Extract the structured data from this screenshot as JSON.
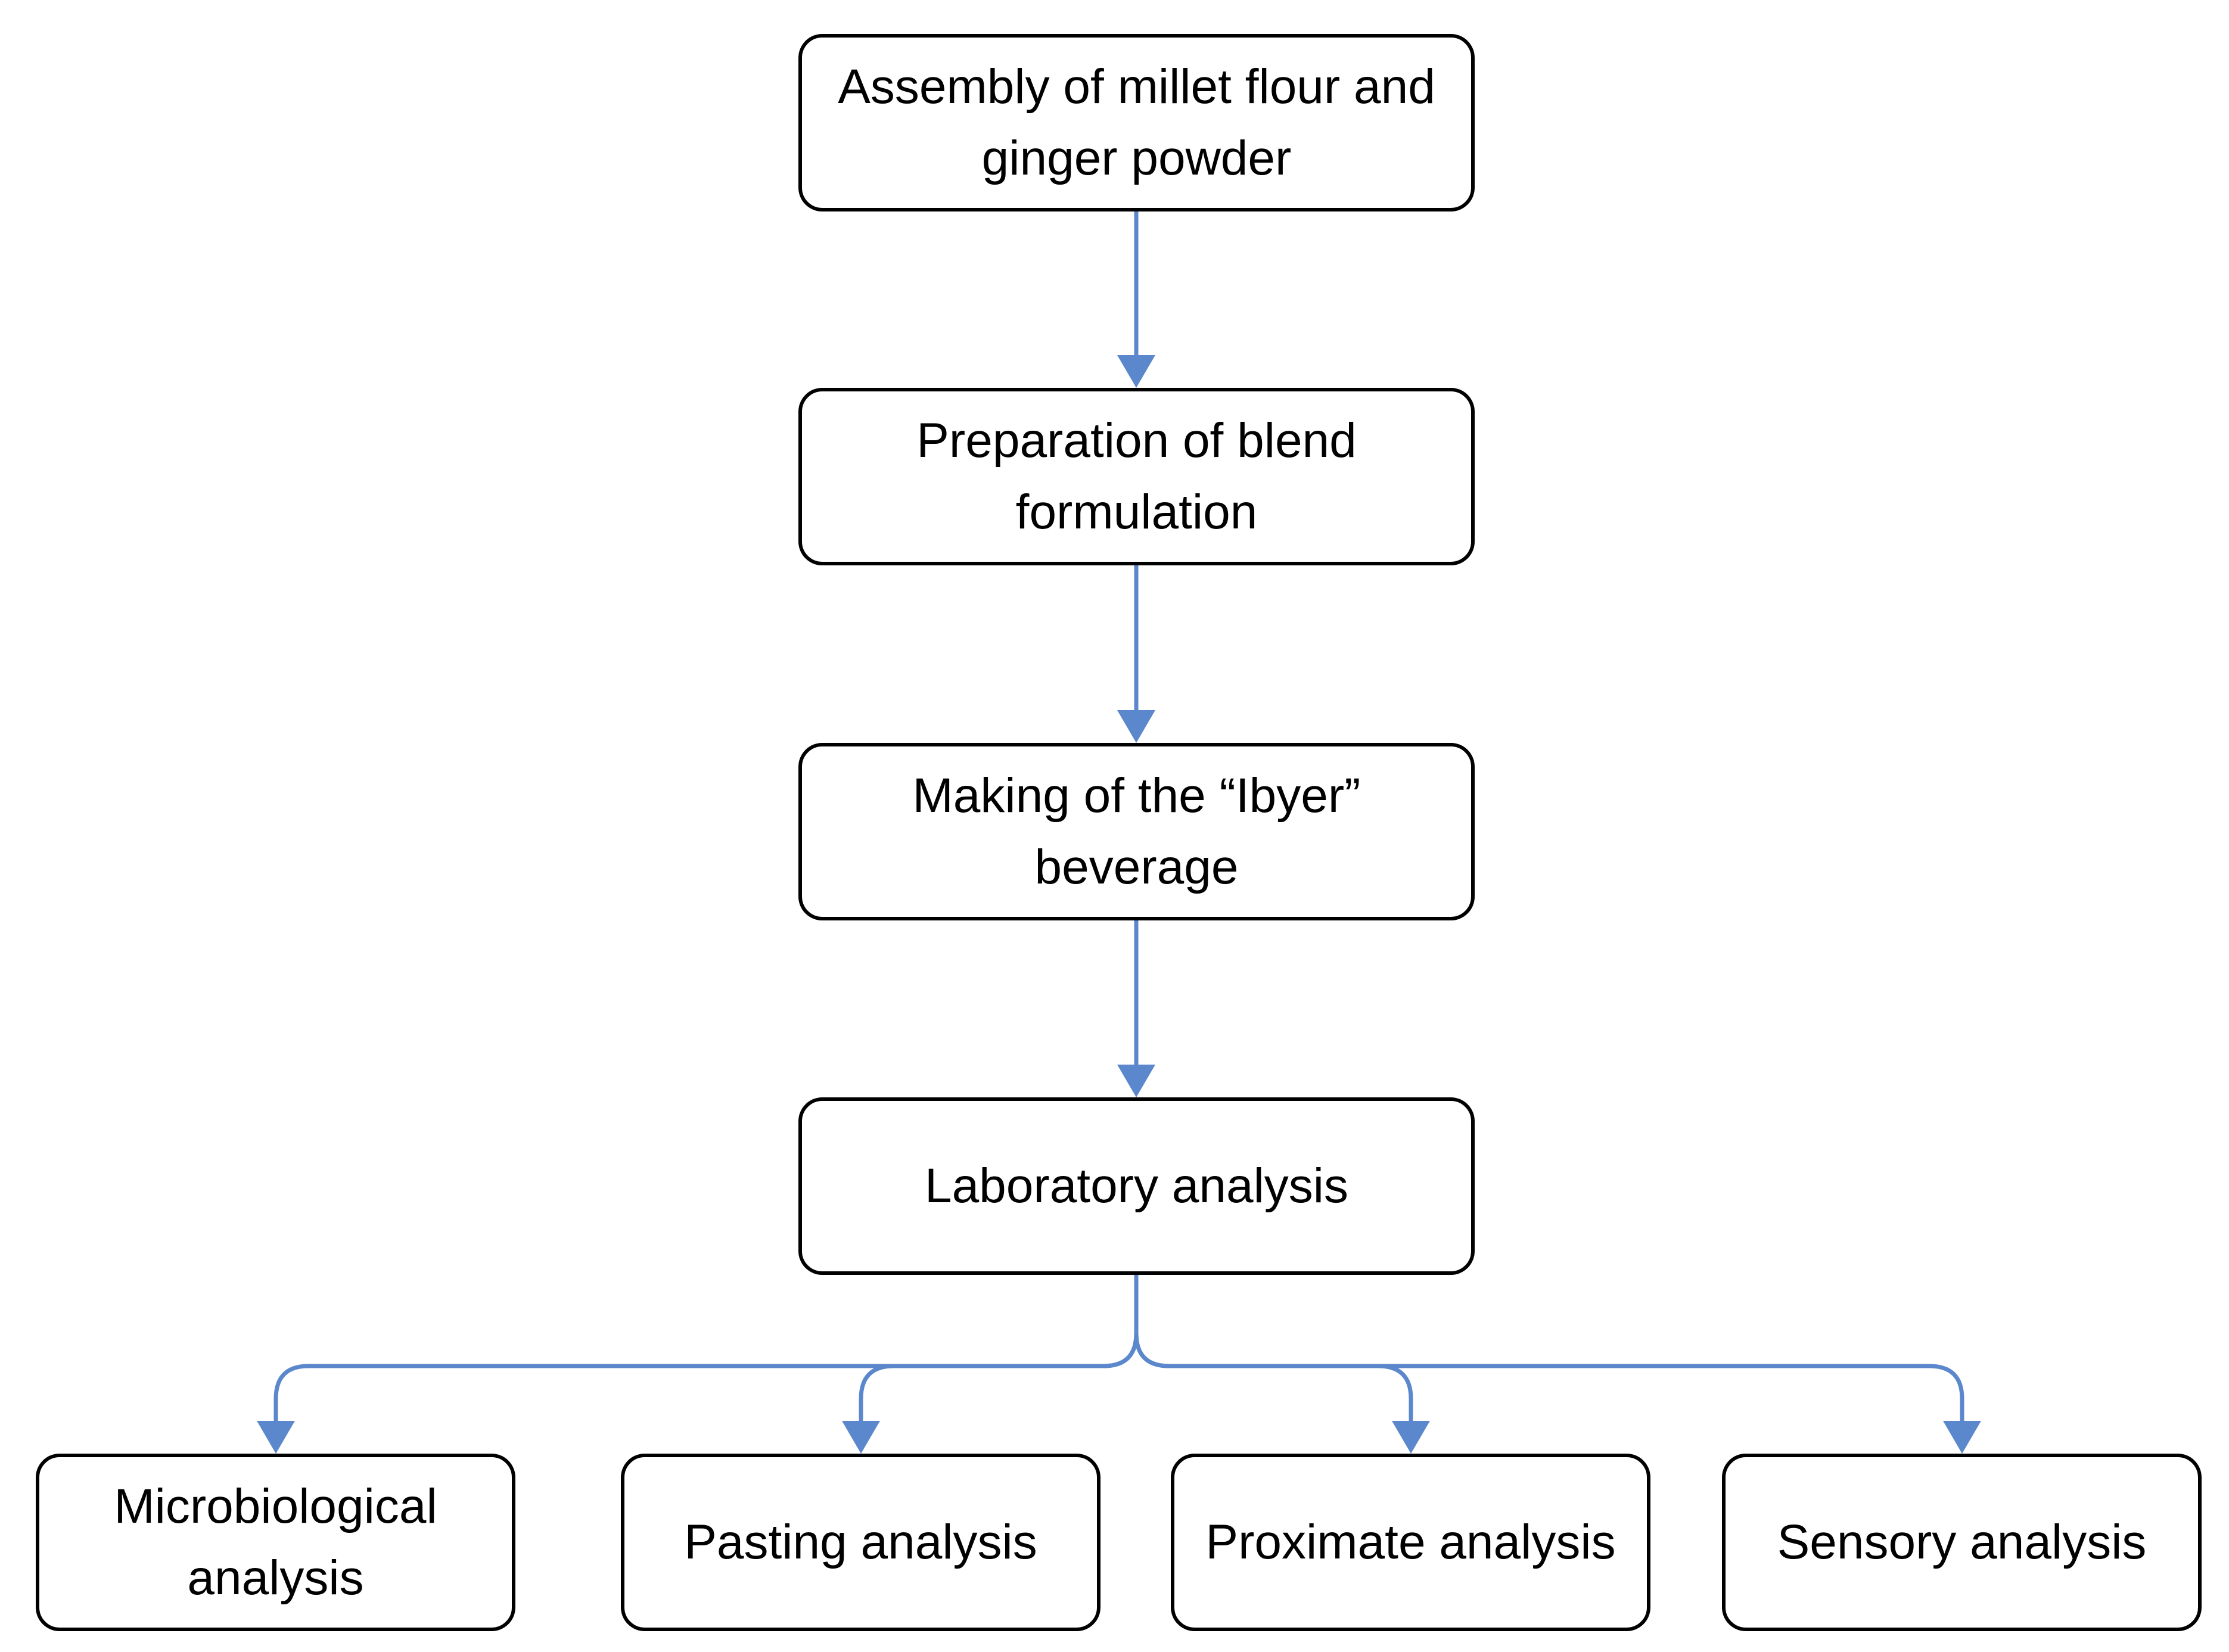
{
  "nodes": {
    "assembly": "Assembly of millet flour and ginger powder",
    "preparation": "Preparation of blend formulation",
    "making": "Making of the “Ibyer” beverage",
    "laboratory": "Laboratory analysis",
    "microbiological": "Microbiological analysis",
    "pasting": "Pasting analysis",
    "proximate": "Proximate analysis",
    "sensory": "Sensory analysis"
  },
  "colors": {
    "arrow": "#5b87cc",
    "box_border": "#000000",
    "text": "#000000",
    "background": "#ffffff"
  }
}
